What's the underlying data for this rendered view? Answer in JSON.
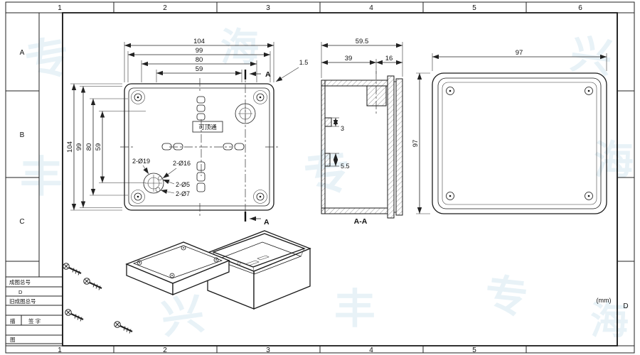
{
  "sheet": {
    "units_note": "(mm)",
    "grid": {
      "top": [
        "1",
        "2",
        "3",
        "4",
        "5",
        "6"
      ],
      "bottom": [
        "1",
        "2",
        "3",
        "4",
        "5"
      ],
      "left": [
        "A",
        "B",
        "C"
      ],
      "right": [
        "D"
      ]
    },
    "title_block": {
      "r1": "成图总号",
      "r2": "D",
      "r3": "旧成图总号",
      "r4a": "描",
      "r4b": "签 字",
      "r5": "图"
    }
  },
  "front_view": {
    "dims_top": [
      "104",
      "99",
      "80",
      "59"
    ],
    "dims_left": [
      "104",
      "99",
      "80",
      "59"
    ],
    "wall_dim": "1.5",
    "note": "可顶通",
    "label_d19": "2-Ø19",
    "label_d16": "2-Ø16",
    "label_d5": "2-Ø5",
    "label_d7": "2-Ø7",
    "section_a_top": "A",
    "section_a_bottom": "A"
  },
  "section_view": {
    "total": "59.5",
    "body": "39",
    "lid": "16",
    "step1": "3",
    "step2": "5.5",
    "name": "A-A"
  },
  "rear_view": {
    "width": "97",
    "height": "97"
  },
  "watermark": {
    "chars": [
      "专",
      "海",
      "兴",
      "丰"
    ]
  },
  "colors": {
    "line": "#1a1a1a",
    "watermark": "#8fc1dc",
    "paper": "#ffffff"
  }
}
